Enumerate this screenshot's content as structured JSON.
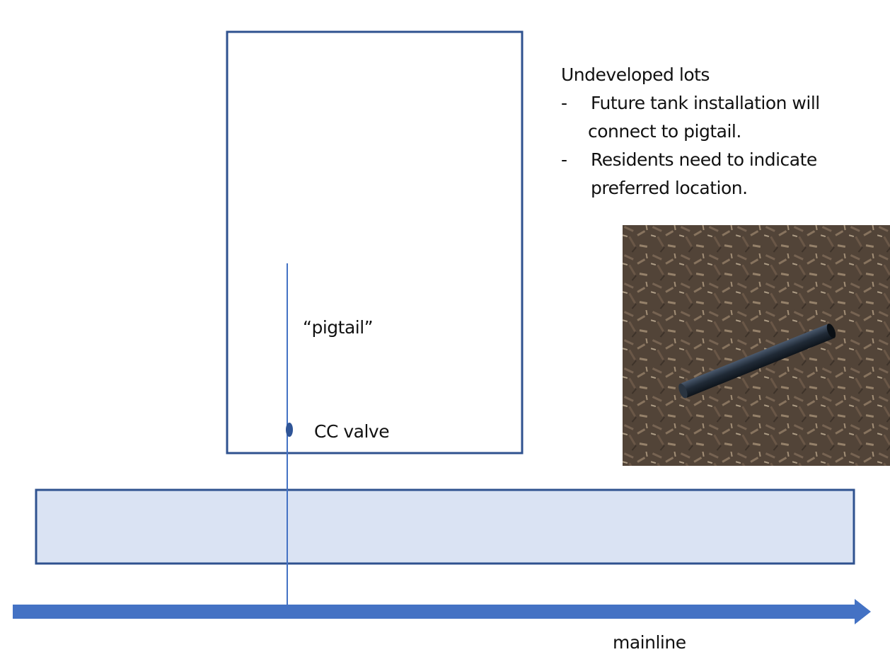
{
  "note": {
    "heading": "Undeveloped lots",
    "bullets": [
      {
        "dash": "-",
        "line1": "Future tank installation will",
        "line2": "connect to pigtail."
      },
      {
        "dash": "-",
        "line1": "Residents need to indicate",
        "line2": "preferred location."
      }
    ]
  },
  "labels": {
    "pigtail": "“pigtail”",
    "valve": "CC valve",
    "mainline": "mainline"
  },
  "photo": {
    "subject": "black pipe stub (pigtail) lying on mulch"
  },
  "colors": {
    "outline": "#2f528f",
    "line": "#4472c4",
    "road_fill": "#dae3f3",
    "arrow": "#4472c4",
    "valve": "#2f5597"
  }
}
